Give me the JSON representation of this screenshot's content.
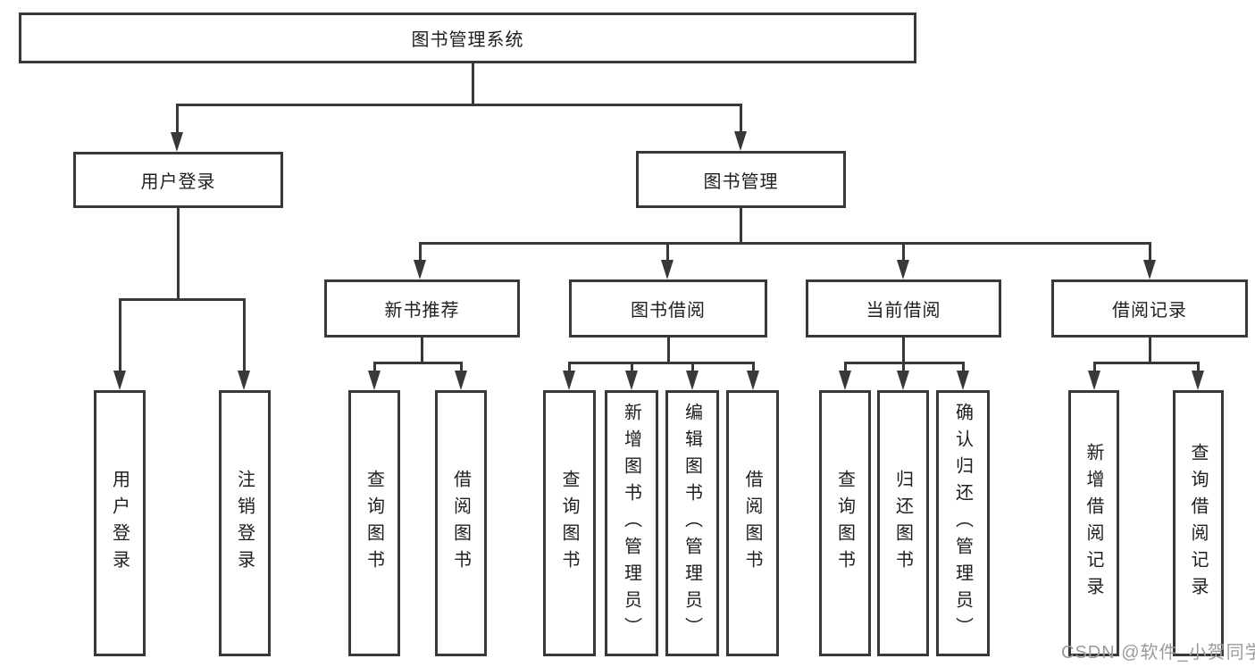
{
  "title": "图书管理系统",
  "watermark": "CSDN @软件_小贺同学",
  "colors": {
    "line": "#383838",
    "box_border": "#383838",
    "box_background": "#ffffff",
    "text": "#1e1e1e",
    "watermark_text": "#9b9b9b",
    "page_background": "#ffffff"
  },
  "tree": {
    "root": "图书管理系统",
    "level2": [
      "用户登录",
      "图书管理"
    ],
    "level3": [
      "新书推荐",
      "图书借阅",
      "当前借阅",
      "借阅记录"
    ],
    "leaves_user": [
      "用户登录",
      "注销登录"
    ],
    "leaves_recommend": [
      "查询图书",
      "借阅图书"
    ],
    "leaves_borrow": [
      "查询图书",
      "新增图书（管理员）",
      "编辑图书（管理员）",
      "借阅图书"
    ],
    "leaves_current": [
      "查询图书",
      "归还图书",
      "确认归还（管理员）"
    ],
    "leaves_record": [
      "新增借阅记录",
      "查询借阅记录"
    ]
  }
}
